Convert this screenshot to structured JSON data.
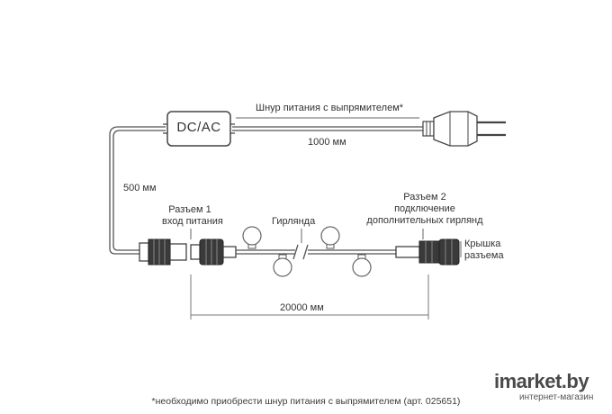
{
  "labels": {
    "power_cord": "Шнур питания с выпрямителем*",
    "converter": "DC/AC",
    "cord_length": "1000 мм",
    "drop_length": "500 мм",
    "connector1_line1": "Разъем 1",
    "connector1_line2": "вход питания",
    "garland": "Гирлянда",
    "connector2_line1": "Разъем 2",
    "connector2_line2": "подключение",
    "connector2_line3": "дополнительных гирлянд",
    "cap_line1": "Крышка",
    "cap_line2": "разъема",
    "total_length": "20000 мм"
  },
  "footnote": "*необходимо приобрести шнур питания с выпрямителем (арт. 025651)",
  "watermark": {
    "brand": "imarket.by",
    "tagline": "интернет-магазин"
  },
  "colors": {
    "line": "#555555",
    "text": "#333333",
    "bulb": "#ffffff",
    "connector": "#3a3a3a"
  }
}
